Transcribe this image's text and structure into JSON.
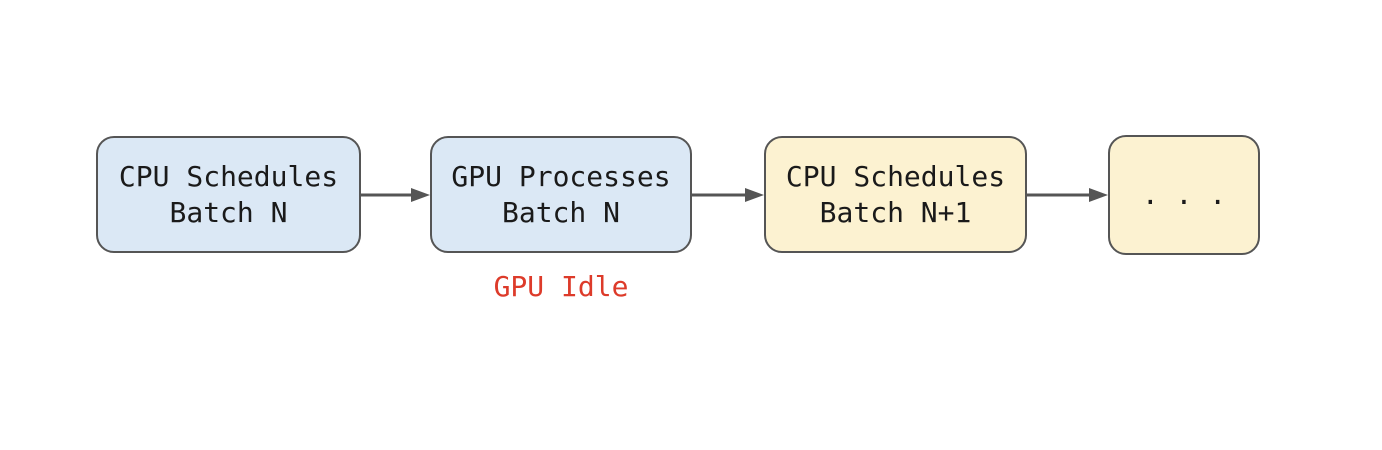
{
  "diagram": {
    "boxes": [
      {
        "id": "cpu-schedules-batch-n",
        "line1": "CPU Schedules",
        "line2": "Batch N",
        "color": "blue"
      },
      {
        "id": "gpu-processes-batch-n",
        "line1": "GPU Processes",
        "line2": "Batch N",
        "color": "blue"
      },
      {
        "id": "cpu-schedules-batch-n1",
        "line1": "CPU Schedules",
        "line2": "Batch N+1",
        "color": "cream"
      },
      {
        "id": "ellipsis",
        "line1": ". . .",
        "color": "cream"
      }
    ],
    "annotation": {
      "text": "GPU Idle"
    }
  },
  "colors": {
    "blue": "#dbe8f5",
    "cream": "#fcf2d1",
    "border": "#555555",
    "arrow": "#555555",
    "text": "#1a1a1a",
    "annotation": "#dd3b2a",
    "background": "#ffffff"
  }
}
